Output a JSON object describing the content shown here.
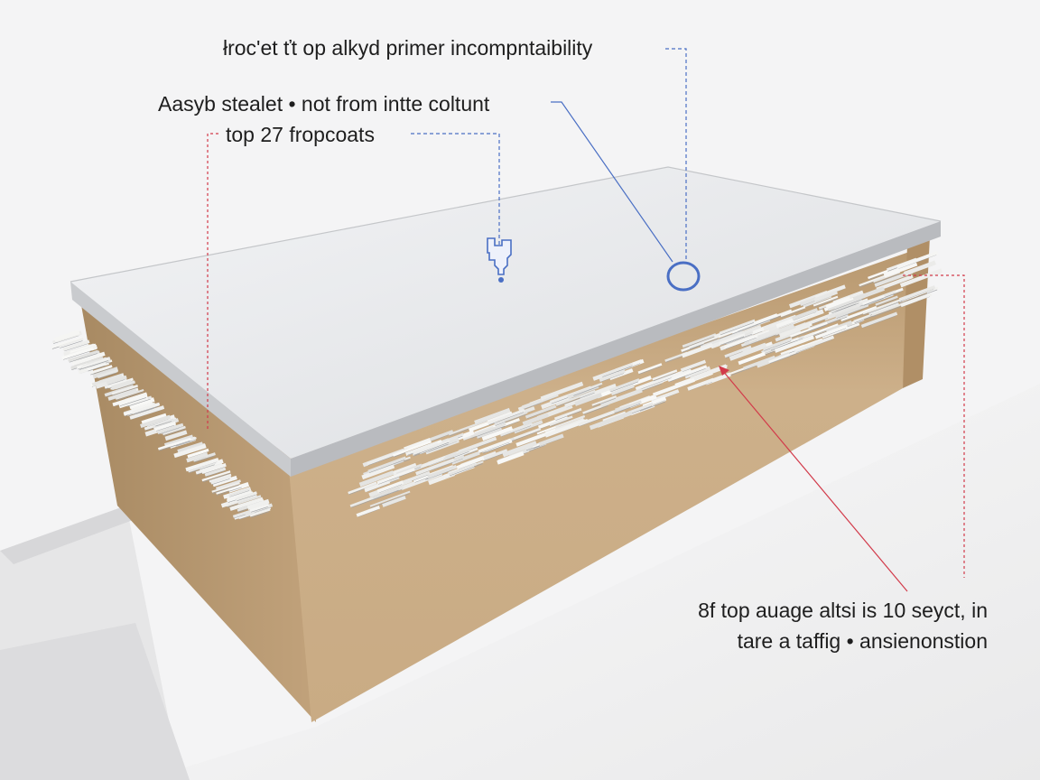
{
  "annotations": {
    "top": "łroc'et ťt op alkyd primer incompntaibility",
    "middle_line_1": "Aasyb stealet • not from intte coltunt",
    "middle_line_2": "top 27 fropcoats",
    "bottom_line_1": "8f top auage altsi is 10 seyct, in",
    "bottom_line_2": "tare a taffig • ansienonstion"
  },
  "colors": {
    "background": "#f4f4f5",
    "top_surface": "#e8e9eb",
    "substrate_front": "#c7a983",
    "substrate_side": "#b89a73",
    "fibers": "#ececea",
    "leader_blue": "#4a6fc4",
    "leader_red": "#d23a4a",
    "text": "#1e1e1e"
  },
  "icons": [
    "drip-marker-icon",
    "ring-marker-icon"
  ]
}
